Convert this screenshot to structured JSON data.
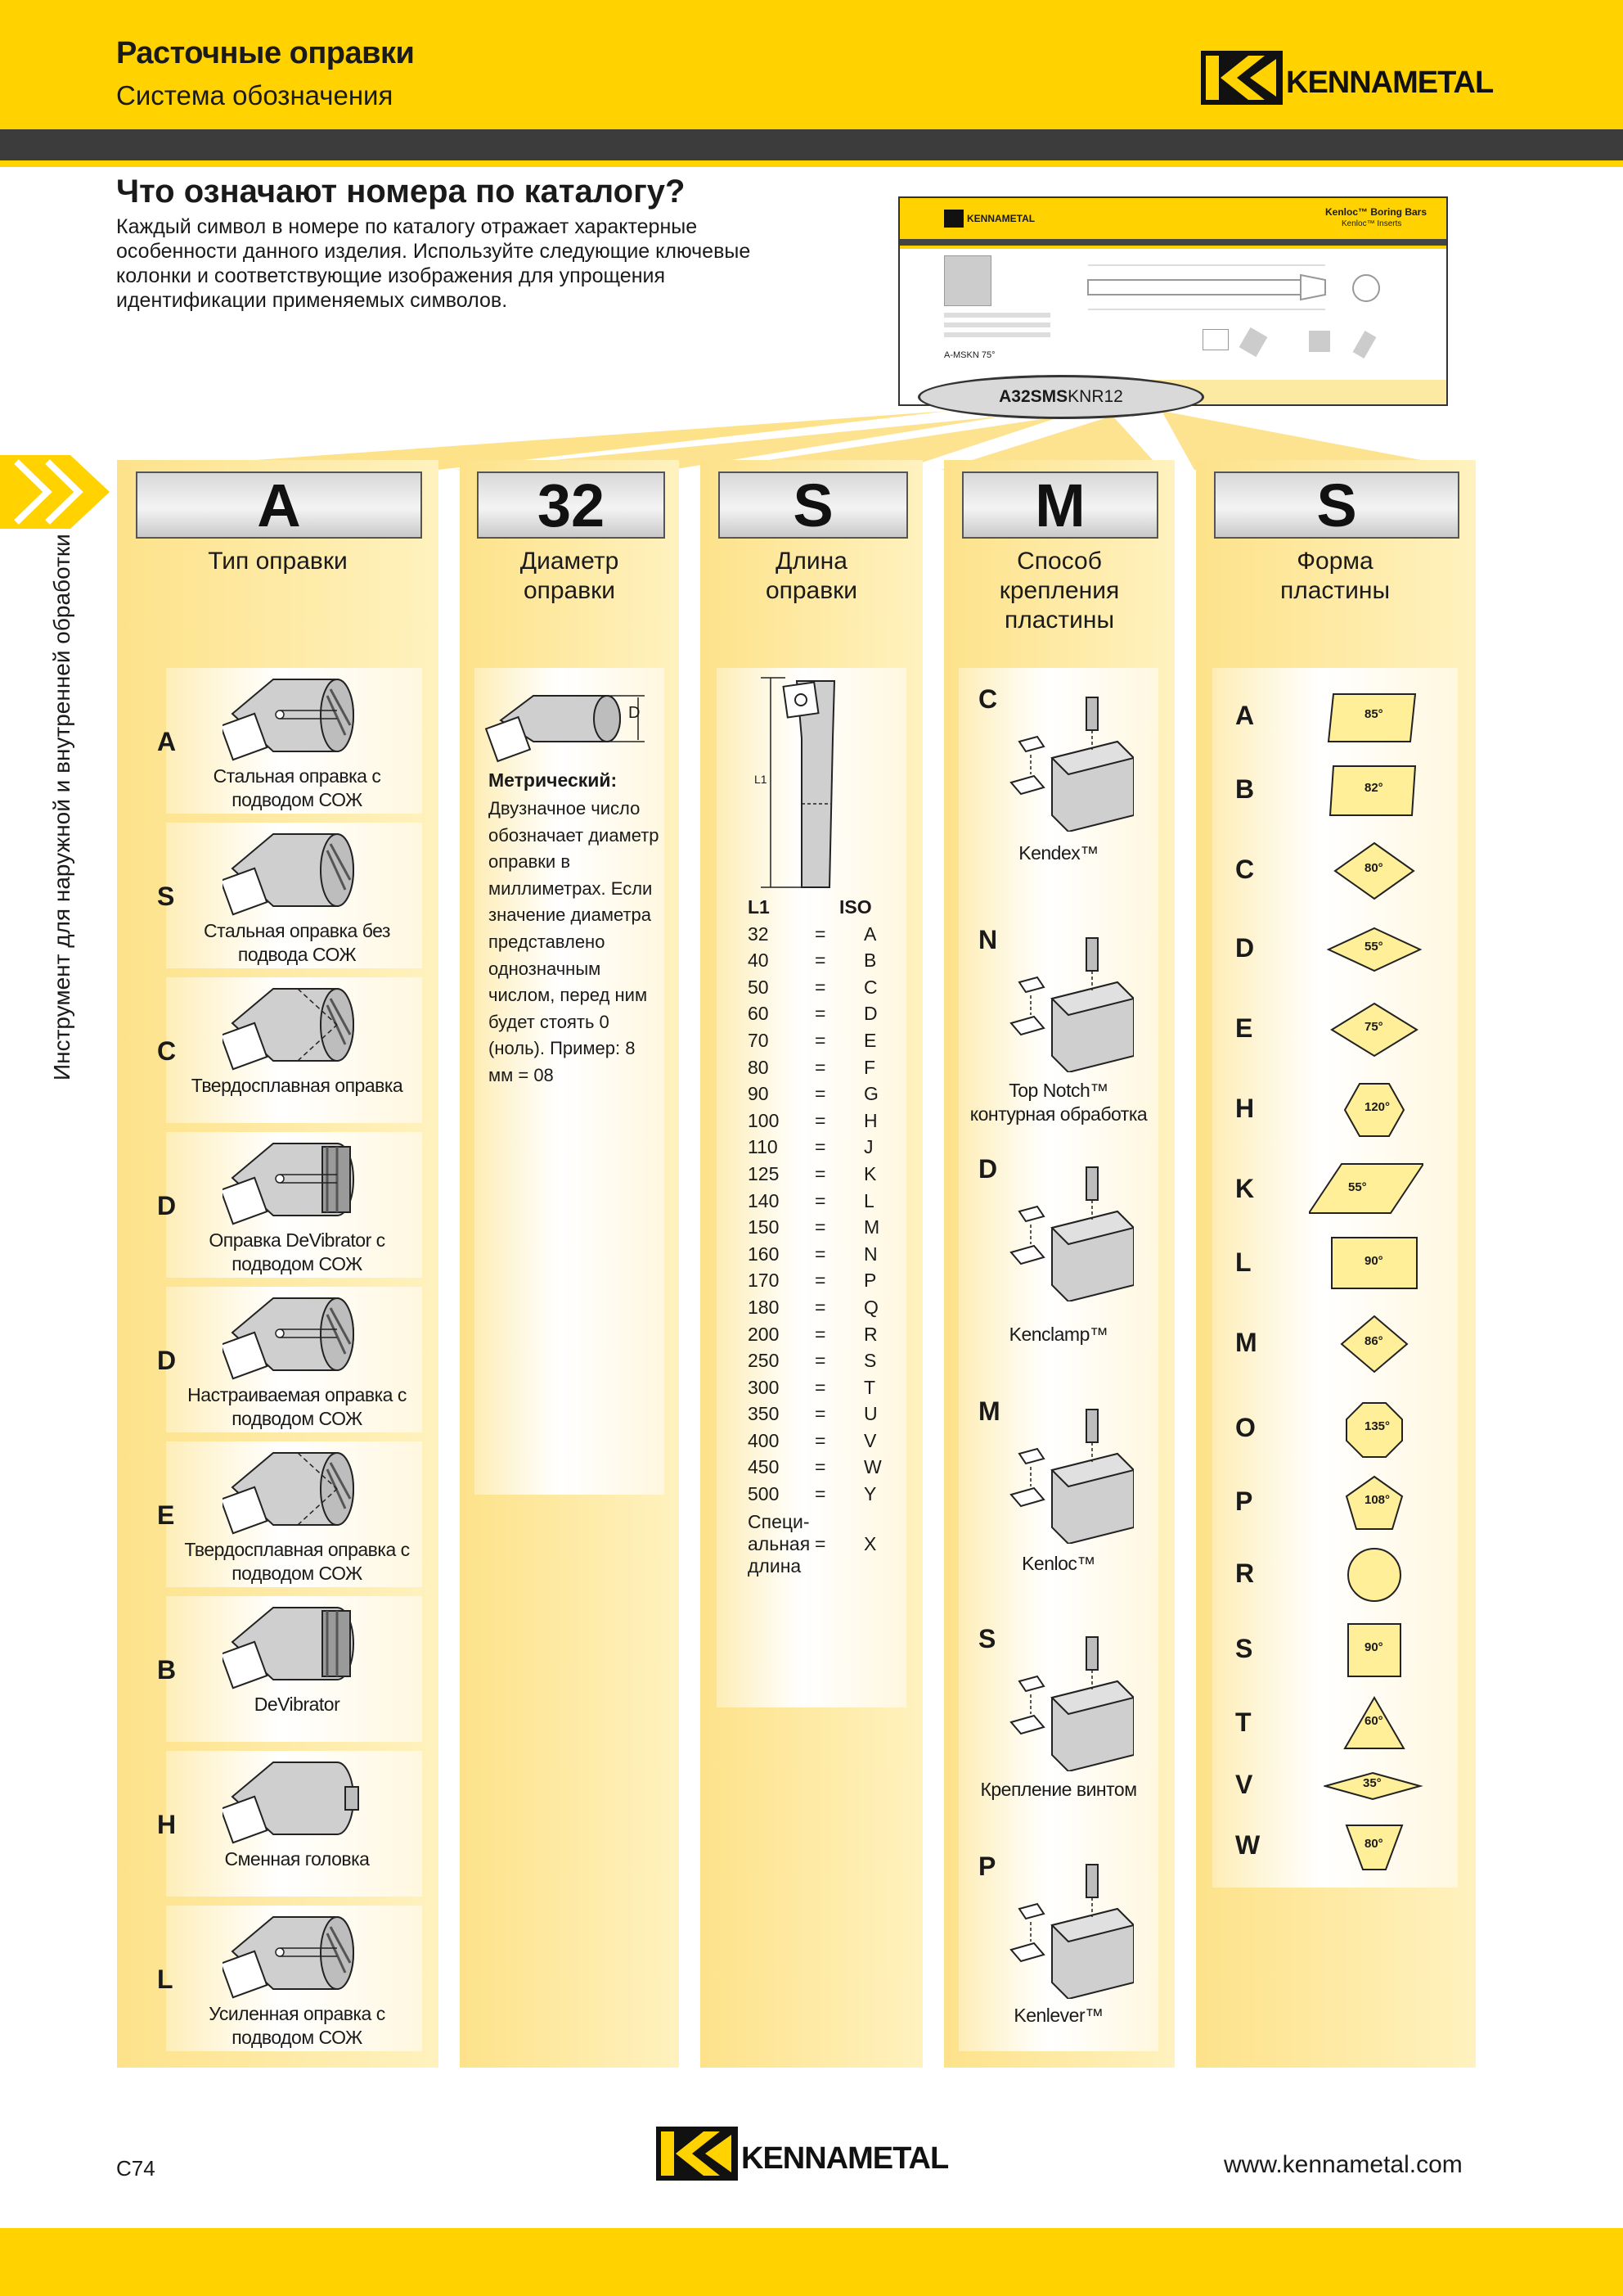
{
  "header": {
    "title": "Расточные оправки",
    "subtitle": "Система обозначения",
    "brand": "KENNAMETAL"
  },
  "intro": {
    "heading": "Что означают номера по каталогу?",
    "text": "Каждый символ в номере по каталогу отражает характерные особенности данного изделия. Используйте следующие ключевые колонки и соответствующие изображения для упрощения идентификации применяемых символов."
  },
  "example": {
    "code_bold": "A32SMS",
    "code_rest": "KNR12",
    "thumb_title": "Kenloc™ Boring Bars",
    "thumb_sub": "Kenloc™ Inserts",
    "thumb_note": "A-MSKN 75°"
  },
  "side_label": "Инструмент для наружной и внутренней обработки",
  "columns": {
    "col1": {
      "code": "A",
      "title": "Тип оправки",
      "items": [
        {
          "letter": "A",
          "caption": "Стальная оправка с подводом СОЖ"
        },
        {
          "letter": "S",
          "caption": "Стальная оправка без подвода СОЖ"
        },
        {
          "letter": "C",
          "caption": "Твердосплавная оправка"
        },
        {
          "letter": "D",
          "caption": "Оправка DeVibrator с подводом СОЖ"
        },
        {
          "letter": "D",
          "caption": "Настраиваемая оправка с подводом СОЖ"
        },
        {
          "letter": "E",
          "caption": "Твердосплавная оправка с подводом СОЖ"
        },
        {
          "letter": "B",
          "caption": "DeVibrator"
        },
        {
          "letter": "H",
          "caption": "Сменная головка"
        },
        {
          "letter": "L",
          "caption": "Усиленная оправка с подводом СОЖ"
        }
      ]
    },
    "col2": {
      "code": "32",
      "title": "Диаметр оправки",
      "dim_label": "D",
      "desc_head": "Метрический:",
      "desc": "Двузначное число обозначает диаметр оправки в миллиметрах. Если значение диаметра представлено однозначным числом, перед ним будет стоять 0 (ноль). Пример: 8 мм = 08"
    },
    "col3": {
      "code": "S",
      "title": "Длина оправки",
      "dim_label": "L1",
      "table_head": [
        "L1",
        "ISO"
      ],
      "rows": [
        [
          "32",
          "=",
          "A"
        ],
        [
          "40",
          "=",
          "B"
        ],
        [
          "50",
          "=",
          "C"
        ],
        [
          "60",
          "=",
          "D"
        ],
        [
          "70",
          "=",
          "E"
        ],
        [
          "80",
          "=",
          "F"
        ],
        [
          "90",
          "=",
          "G"
        ],
        [
          "100",
          "=",
          "H"
        ],
        [
          "110",
          "=",
          "J"
        ],
        [
          "125",
          "=",
          "K"
        ],
        [
          "140",
          "=",
          "L"
        ],
        [
          "150",
          "=",
          "M"
        ],
        [
          "160",
          "=",
          "N"
        ],
        [
          "170",
          "=",
          "P"
        ],
        [
          "180",
          "=",
          "Q"
        ],
        [
          "200",
          "=",
          "R"
        ],
        [
          "250",
          "=",
          "S"
        ],
        [
          "300",
          "=",
          "T"
        ],
        [
          "350",
          "=",
          "U"
        ],
        [
          "400",
          "=",
          "V"
        ],
        [
          "450",
          "=",
          "W"
        ],
        [
          "500",
          "=",
          "Y"
        ]
      ],
      "special": {
        "label": "Специ-альная длина",
        "eq": "=",
        "code": "X"
      }
    },
    "col4": {
      "code": "M",
      "title": "Способ крепления пластины",
      "items": [
        {
          "letter": "C",
          "caption": "Kendex™"
        },
        {
          "letter": "N",
          "caption": "Top Notch™ контурная обработка"
        },
        {
          "letter": "D",
          "caption": "Kenclamp™"
        },
        {
          "letter": "M",
          "caption": "Kenloc™"
        },
        {
          "letter": "S",
          "caption": "Крепление винтом"
        },
        {
          "letter": "P",
          "caption": "Kenlever™"
        }
      ]
    },
    "col5": {
      "code": "S",
      "title": "Форма пластины",
      "items": [
        {
          "letter": "A",
          "angle": "85°"
        },
        {
          "letter": "B",
          "angle": "82°"
        },
        {
          "letter": "C",
          "angle": "80°"
        },
        {
          "letter": "D",
          "angle": "55°"
        },
        {
          "letter": "E",
          "angle": "75°"
        },
        {
          "letter": "H",
          "angle": "120°"
        },
        {
          "letter": "K",
          "angle": "55°"
        },
        {
          "letter": "L",
          "angle": "90°"
        },
        {
          "letter": "M",
          "angle": "86°"
        },
        {
          "letter": "O",
          "angle": "135°"
        },
        {
          "letter": "P",
          "angle": "108°"
        },
        {
          "letter": "R",
          "angle": ""
        },
        {
          "letter": "S",
          "angle": "90°"
        },
        {
          "letter": "T",
          "angle": "60°"
        },
        {
          "letter": "V",
          "angle": "35°"
        },
        {
          "letter": "W",
          "angle": "80°"
        }
      ]
    }
  },
  "footer": {
    "page": "C74",
    "url": "www.kennametal.com",
    "brand": "KENNAMETAL"
  },
  "colors": {
    "yellow": "#ffd200",
    "dark": "#3c3c3c",
    "column": "#fde28a"
  }
}
